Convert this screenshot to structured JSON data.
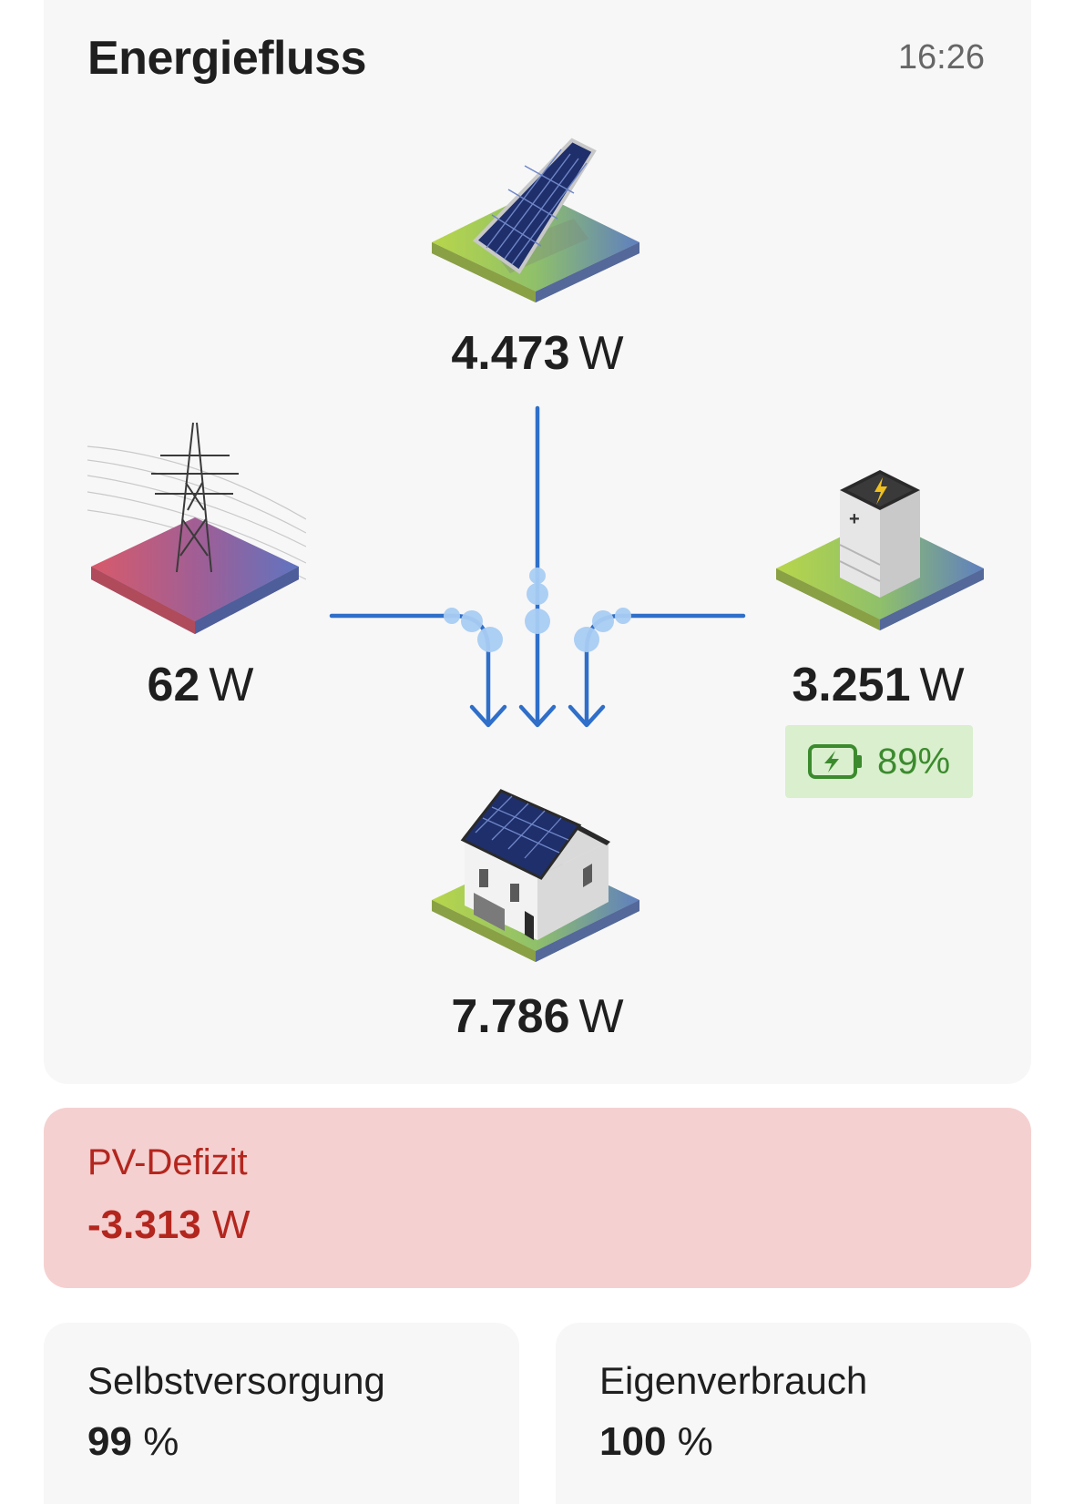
{
  "header": {
    "title": "Energiefluss",
    "time": "16:26"
  },
  "flow": {
    "pv": {
      "value": "4.473",
      "unit": "W"
    },
    "grid": {
      "value": "62",
      "unit": "W"
    },
    "battery": {
      "value": "3.251",
      "unit": "W",
      "soc": "89%"
    },
    "house": {
      "value": "7.786",
      "unit": "W"
    }
  },
  "deficit": {
    "label": "PV-Defizit",
    "value": "-3.313",
    "unit": "W"
  },
  "stats": {
    "self_supply": {
      "label": "Selbstversorgung",
      "value": "99",
      "unit": "%"
    },
    "self_consumption": {
      "label": "Eigenverbrauch",
      "value": "100",
      "unit": "%"
    }
  },
  "colors": {
    "flow_line": "#2f6fc9",
    "flow_dot": "#a9cdf4",
    "deficit_bg": "#f5d0d0",
    "deficit_text": "#b3261e",
    "soc_bg": "#d9efcd",
    "soc_text": "#3c8a2e"
  }
}
